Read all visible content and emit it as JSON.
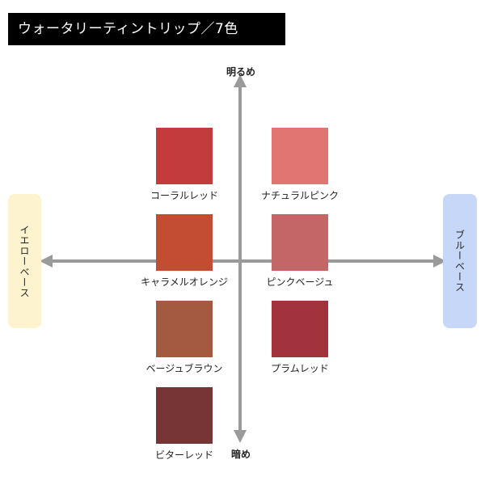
{
  "title": "ウォータリーティントリップ／7色",
  "axis": {
    "top": "明るめ",
    "bottom": "暗め",
    "left": "イエローベース",
    "right": "ブルーベース"
  },
  "colors": {
    "title_bg": "#000000",
    "axis": "#9a9a9a",
    "yellow_base": "#fdf3cf",
    "blue_base": "#c7d7f7"
  },
  "swatches": [
    {
      "name": "コーラルレッド",
      "color": "#c43b3c"
    },
    {
      "name": "ナチュラルピンク",
      "color": "#e07571"
    },
    {
      "name": "キャラメルオレンジ",
      "color": "#c24d33"
    },
    {
      "name": "ピンクベージュ",
      "color": "#c46667"
    },
    {
      "name": "ベージュブラウン",
      "color": "#a35a40"
    },
    {
      "name": "プラムレッド",
      "color": "#a2323c"
    },
    {
      "name": "ビターレッド",
      "color": "#773536"
    }
  ]
}
